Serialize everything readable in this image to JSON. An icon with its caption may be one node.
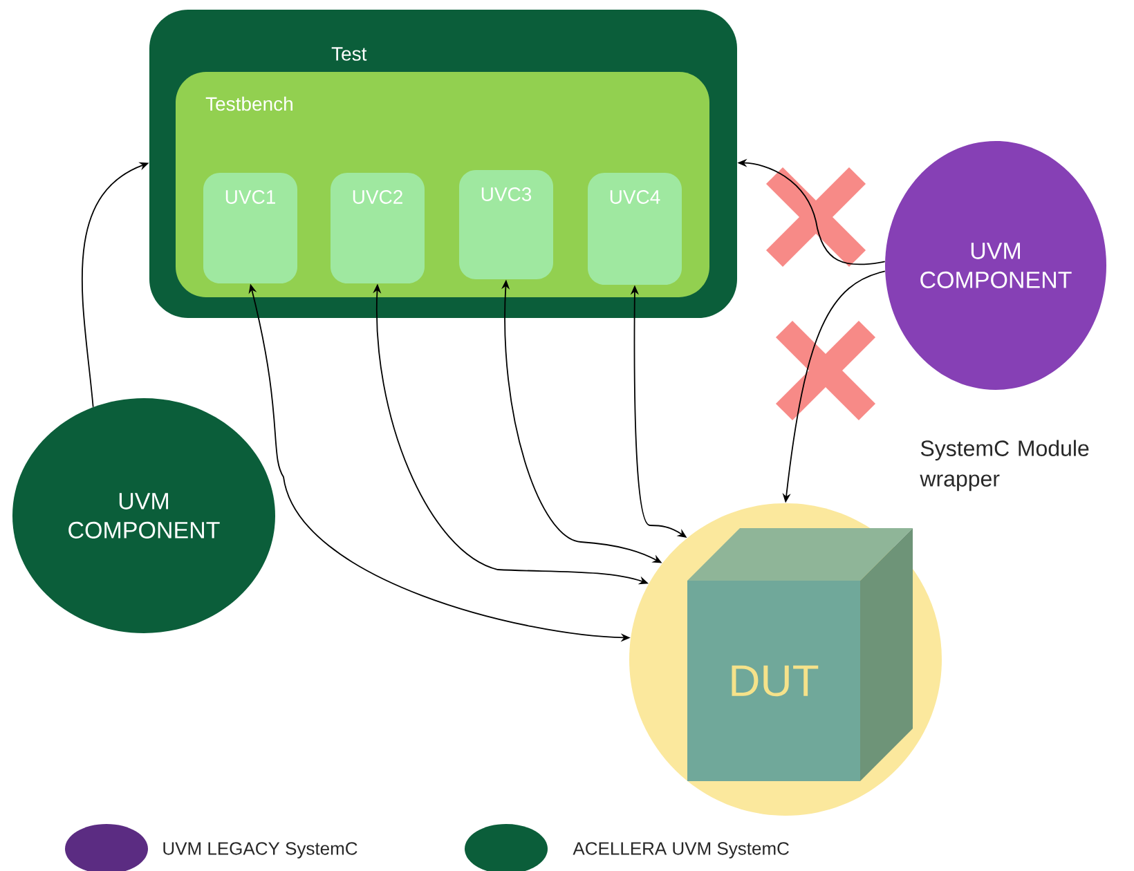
{
  "diagram": {
    "nodes": [
      {
        "text": [
          "Test"
        ]
      },
      {
        "text": [
          "Testbench"
        ],
        "in": 0
      },
      {
        "text": [
          "UVC1"
        ],
        "in": 1
      },
      {
        "text": [
          "UVC2"
        ],
        "in": 1
      },
      {
        "text": [
          "UVC3"
        ],
        "in": 1
      },
      {
        "text": [
          "UVC4"
        ],
        "in": 1
      },
      {
        "text": [
          "UVM COMPONENT"
        ]
      },
      {
        "text": [
          "UVM COMPONENT"
        ]
      },
      {
        "text": [],
        "shape": "circle",
        "beside": [
          "SystemC Module wrapper"
        ]
      },
      {
        "text": [
          "DUT"
        ],
        "in": 8
      }
    ],
    "edges": [
      {
        "from": 6,
        "to": 0,
        "arrow": "to"
      },
      {
        "from": 2,
        "to": 8,
        "arrow": "both"
      },
      {
        "from": 3,
        "to": 8,
        "arrow": "both"
      },
      {
        "from": 4,
        "to": 8,
        "arrow": "both"
      },
      {
        "from": 5,
        "to": 8,
        "arrow": "both"
      },
      {
        "from": 7,
        "to": 0,
        "arrow": "to"
      },
      {
        "from": 7,
        "to": 8,
        "arrow": "to"
      }
    ],
    "legend": [
      {
        "text": "UVM LEGACY SystemC",
        "color": "#5b2c82"
      },
      {
        "text": "ACELLERA UVM SystemC",
        "color": "#0b5e3a"
      }
    ]
  }
}
